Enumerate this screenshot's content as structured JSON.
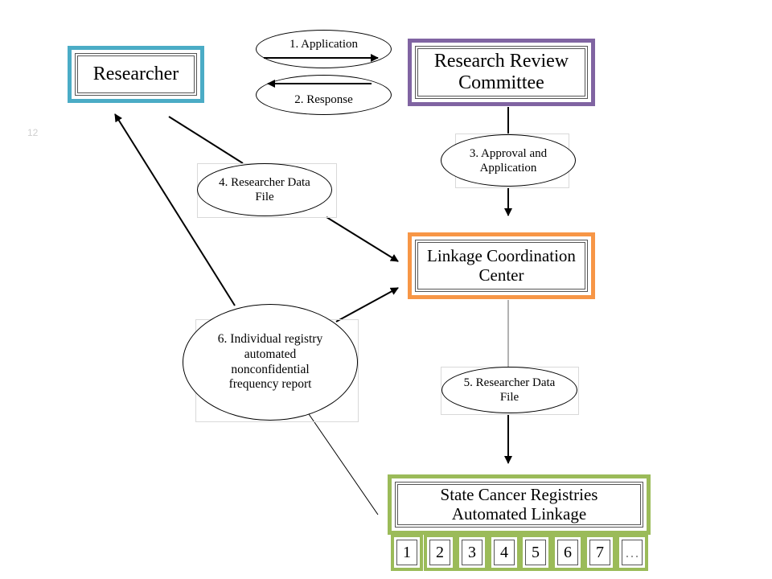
{
  "slide_number": "12",
  "nodes": {
    "researcher": "Researcher",
    "research_review_committee": "Research Review Committee",
    "linkage_coordination_center": "Linkage Coordination Center",
    "state_cancer_registries": "State Cancer Registries Automated Linkage"
  },
  "steps": {
    "application": "1. Application",
    "response": "2. Response",
    "approval": "3. Approval and Application",
    "researcher_data_file_4": "4. Researcher Data File",
    "researcher_data_file_5": "5. Researcher Data File",
    "frequency_report": "6. Individual registry automated nonconfidential frequency report"
  },
  "registries": [
    "1",
    "2",
    "3",
    "4",
    "5",
    "6",
    "7",
    "…"
  ],
  "colors": {
    "researcher": "#4BACC6",
    "research_review_committee": "#8064A2",
    "linkage_coordination_center": "#F79646",
    "state_cancer_registries": "#9BBB59"
  }
}
